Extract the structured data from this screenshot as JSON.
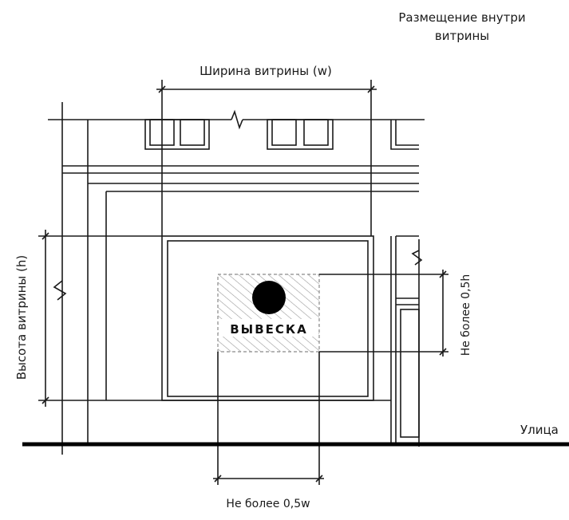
{
  "title": {
    "line1": "Размещение внутри",
    "line2": "витрины"
  },
  "labels": {
    "width": "Ширина витрины (w)",
    "height": "Высота витрины (h)",
    "max_half_height": "Не более 0,5h",
    "max_half_width": "Не более 0,5w",
    "street": "Улица",
    "sign": "ВЫВЕСКА"
  }
}
